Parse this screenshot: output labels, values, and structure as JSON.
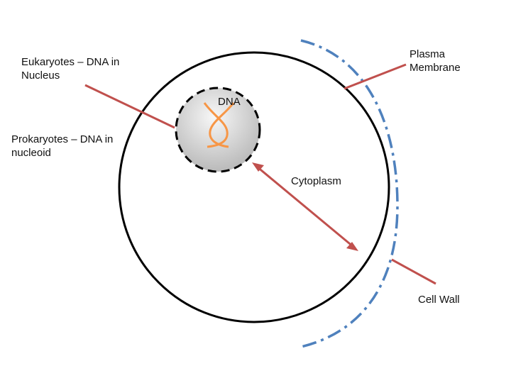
{
  "labels": {
    "eukaryotes": "Eukaryotes – DNA in\nNucleus",
    "prokaryotes": "Prokaryotes – DNA in\nnucleoid",
    "plasma_membrane": "Plasma\nMembrane",
    "dna": "DNA",
    "cytoplasm": "Cytoplasm",
    "cell_wall": "Cell Wall"
  },
  "colors": {
    "membrane": "#000000",
    "cell_wall": "#4f81bd",
    "pointer": "#c0504d",
    "dna_strand": "#f79646",
    "nucleus_fill_light": "#f7f7f7",
    "nucleus_fill_dark": "#b5b5b5",
    "text": "#111111"
  }
}
